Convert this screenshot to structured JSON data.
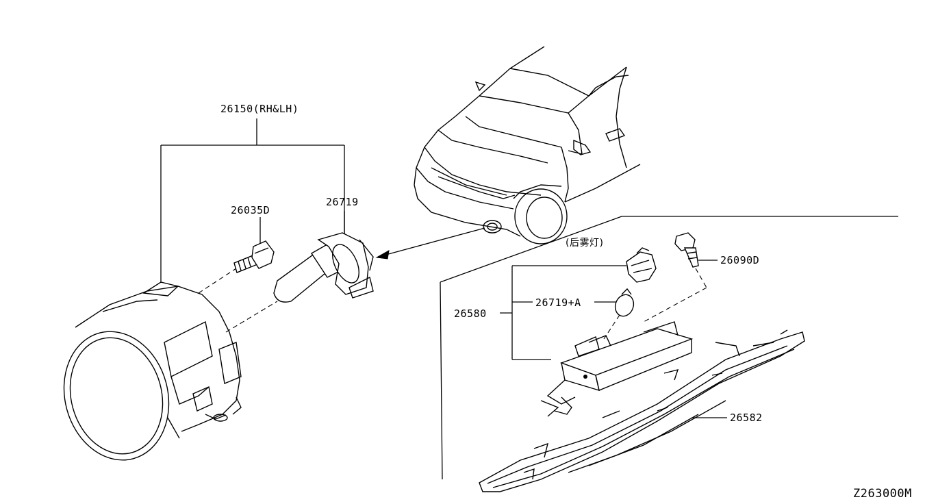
{
  "labels": {
    "fog_lamp_assembly": "26150(RH&LH)",
    "fog_bulb": "26719",
    "screw_front": "26035D",
    "rear_fog_caption": "(后雾灯)",
    "screw_rear": "26090D",
    "rear_bulb": "26719+A",
    "rear_fog_assembly": "26580",
    "rear_lens": "26582",
    "diagram_code": "Z263000M"
  }
}
